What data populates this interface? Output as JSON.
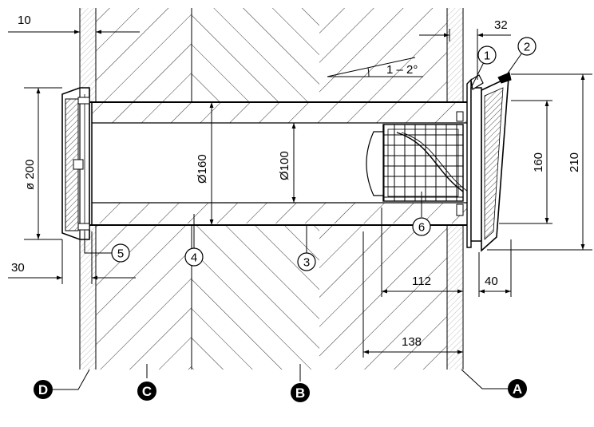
{
  "dimensions": {
    "wall_liner_thickness": "10",
    "flap_offset": "32",
    "slope": "1 – 2°",
    "outer_diameter": "ø 200",
    "pipe_outer_diameter": "Ø160",
    "pipe_inner_diameter": "Ø100",
    "outlet_height": "160",
    "hood_height": "210",
    "grille_offset": "30",
    "insert_depth": "112",
    "hood_depth": "40",
    "total_depth": "138"
  },
  "callouts": [
    "1",
    "2",
    "3",
    "4",
    "5",
    "6"
  ],
  "layers": [
    "A",
    "B",
    "C",
    "D"
  ],
  "colors": {
    "line": "#000000",
    "paper": "#ffffff",
    "marker": "#000000"
  }
}
